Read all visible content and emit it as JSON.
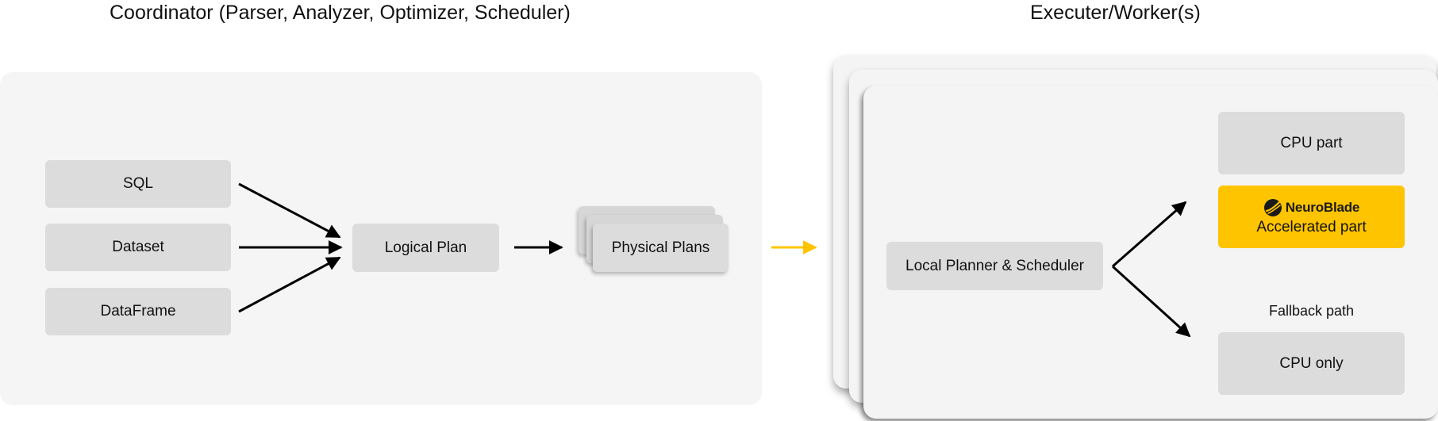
{
  "titles": {
    "coordinator": "Coordinator (Parser, Analyzer, Optimizer, Scheduler)",
    "executer": "Executer/Worker(s)"
  },
  "coordinator": {
    "inputs": [
      "SQL",
      "Dataset",
      "DataFrame"
    ],
    "logical_plan": "Logical Plan",
    "physical_plans": "Physical Plans"
  },
  "executer": {
    "local_planner": "Local Planner & Scheduler",
    "cpu_part": "CPU part",
    "accelerated": {
      "brand": "NeuroBlade",
      "label": "Accelerated part"
    },
    "fallback_label": "Fallback path",
    "cpu_only": "CPU only"
  },
  "colors": {
    "panel_background": "#f5f5f5",
    "box_background": "#dcdcdc",
    "accent_yellow": "#ffc400",
    "arrow_black": "#000000"
  }
}
